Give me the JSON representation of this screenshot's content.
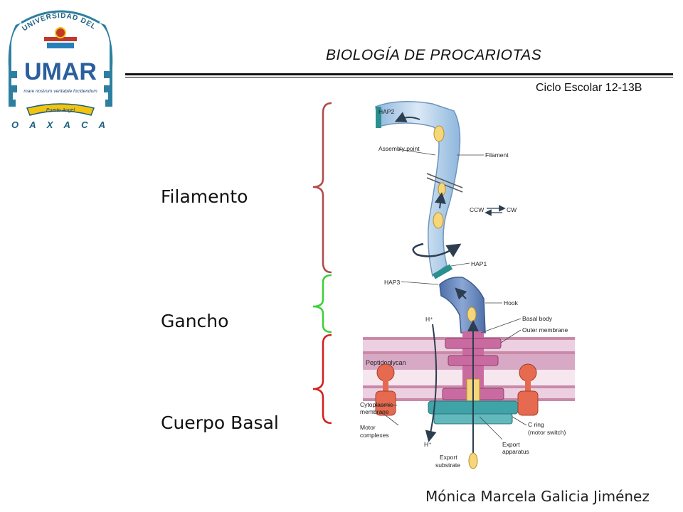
{
  "header": {
    "title": "BIOLOGÍA DE PROCARIOTAS",
    "cycle": "Ciclo Escolar 12-13B"
  },
  "logo": {
    "top_text": "UNIVERSIDAD DEL MAR",
    "monogram": "UMAR",
    "motto": "mare nostrum veritabile focidendum",
    "campus": "Puerto Angel",
    "state": "O A X A C A"
  },
  "parts": {
    "filamento": "Filamento",
    "gancho": "Gancho",
    "cuerpo_basal": "Cuerpo Basal"
  },
  "brace_colors": {
    "filamento": "#b04a4a",
    "gancho": "#3ad13a",
    "cuerpo_basal": "#d41e1e"
  },
  "diagram_labels": {
    "hap2": "HAP2",
    "assembly_point": "Assembly point",
    "filament": "Filament",
    "ccw": "CCW",
    "cw": "CW",
    "hap1": "HAP1",
    "hap3": "HAP3",
    "hook": "Hook",
    "h_plus_top": "H⁺",
    "basal_body": "Basal body",
    "outer_membrane": "Outer membrane",
    "peptidoglycan": "Peptidoglycan",
    "cytoplasmic_membrane_1": "Cytoplasmic",
    "cytoplasmic_membrane_2": "membrane",
    "motor_complexes_1": "Motor",
    "motor_complexes_2": "complexes",
    "c_ring_1": "C ring",
    "c_ring_2": "(motor switch)",
    "h_plus_bottom": "H⁺",
    "export_apparatus_1": "Export",
    "export_apparatus_2": "apparatus",
    "export_substrate_1": "Export",
    "export_substrate_2": "substrate"
  },
  "footer": {
    "author": "Mónica Marcela Galicia Jiménez"
  }
}
